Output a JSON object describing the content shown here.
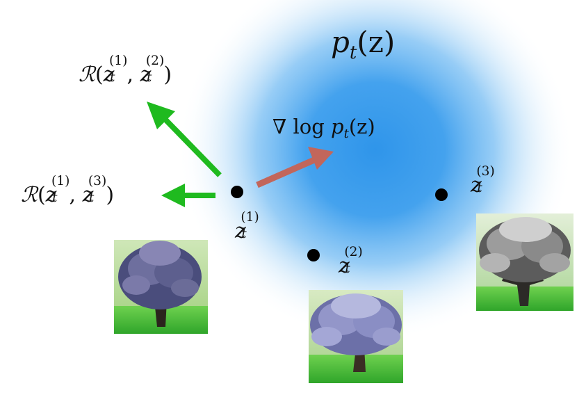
{
  "density_label": {
    "main": "p",
    "sub": "t",
    "arg": "(z)"
  },
  "score_label": {
    "nabla": "∇",
    "log": "log",
    "p": "p",
    "sub": "t",
    "arg": "(z)"
  },
  "reward_12": {
    "R": "ℛ",
    "open": "(",
    "z": "z",
    "sub": "t",
    "sup1": "(1)",
    "comma": ",",
    "sup2": "(2)",
    "close": ")"
  },
  "reward_13": {
    "R": "ℛ",
    "open": "(",
    "z": "z",
    "sub": "t",
    "sup1": "(1)",
    "comma": ",",
    "sup2": "(3)",
    "close": ")"
  },
  "points": [
    {
      "z": "z",
      "sub": "t",
      "sup": "(1)"
    },
    {
      "z": "z",
      "sub": "t",
      "sup": "(2)"
    },
    {
      "z": "z",
      "sub": "t",
      "sup": "(3)"
    }
  ],
  "images": [
    {
      "name": "tree-image-1",
      "palette": [
        "#3c3f6c",
        "#6e6f9e",
        "#a9a8cc"
      ]
    },
    {
      "name": "tree-image-2",
      "palette": [
        "#4b4f8a",
        "#8b8fc4",
        "#c9cbe8"
      ]
    },
    {
      "name": "tree-image-3",
      "palette": [
        "#3a3a3a",
        "#8a8a8a",
        "#d4d4d4"
      ]
    }
  ],
  "colors": {
    "density": "#2f95ea",
    "gradient_arrow": "#c2665b",
    "reward_arrows": "#1fba1f",
    "points": "#000000"
  }
}
